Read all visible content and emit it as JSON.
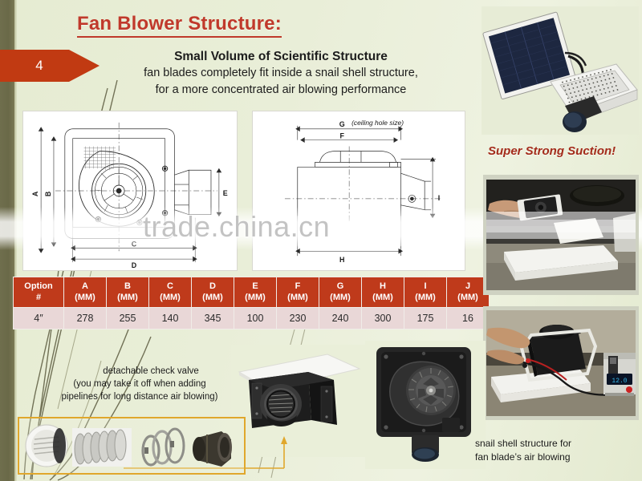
{
  "page": {
    "title": "Fan Blower Structure:",
    "badge_number": "4",
    "watermark": "trade.china.cn"
  },
  "subtitle": {
    "line1": "Small Volume of Scientific Structure",
    "line2": "fan blades completely fit inside a snail shell structure,",
    "line3": "for a more concentrated air blowing performance"
  },
  "drawings": {
    "left": {
      "labels": [
        "A",
        "B",
        "C",
        "D",
        "E"
      ]
    },
    "right": {
      "labels": [
        "G",
        "F",
        "H",
        "I"
      ],
      "annotation": "(ceiling hole size)"
    }
  },
  "spec_table": {
    "headers": [
      {
        "top": "Option",
        "bottom": "#"
      },
      {
        "top": "A",
        "bottom": "(MM)"
      },
      {
        "top": "B",
        "bottom": "(MM)"
      },
      {
        "top": "C",
        "bottom": "(MM)"
      },
      {
        "top": "D",
        "bottom": "(MM)"
      },
      {
        "top": "E",
        "bottom": "(MM)"
      },
      {
        "top": "F",
        "bottom": "(MM)"
      },
      {
        "top": "G",
        "bottom": "(MM)"
      },
      {
        "top": "H",
        "bottom": "(MM)"
      },
      {
        "top": "I",
        "bottom": "(MM)"
      },
      {
        "top": "J",
        "bottom": "(MM)"
      }
    ],
    "rows": [
      [
        "4″",
        "278",
        "255",
        "140",
        "345",
        "100",
        "230",
        "240",
        "300",
        "175",
        "16"
      ]
    ]
  },
  "callouts": {
    "suction": "Super Strong Suction!",
    "valve_line1": "detachable check valve",
    "valve_line2": "(you may take it off when adding",
    "valve_line3": "pipelines for long distance air blowing)",
    "snail_line1": "snail shell structure for",
    "snail_line2": "fan blade’s air blowing"
  },
  "colors": {
    "title_red": "#c0392b",
    "badge_red": "#c13a12",
    "table_header": "#bf3a1b",
    "table_cell": "#e9d7d7",
    "accent_gold": "#e0a72c",
    "background": "#e9eed8",
    "left_band": "#6a6948"
  }
}
